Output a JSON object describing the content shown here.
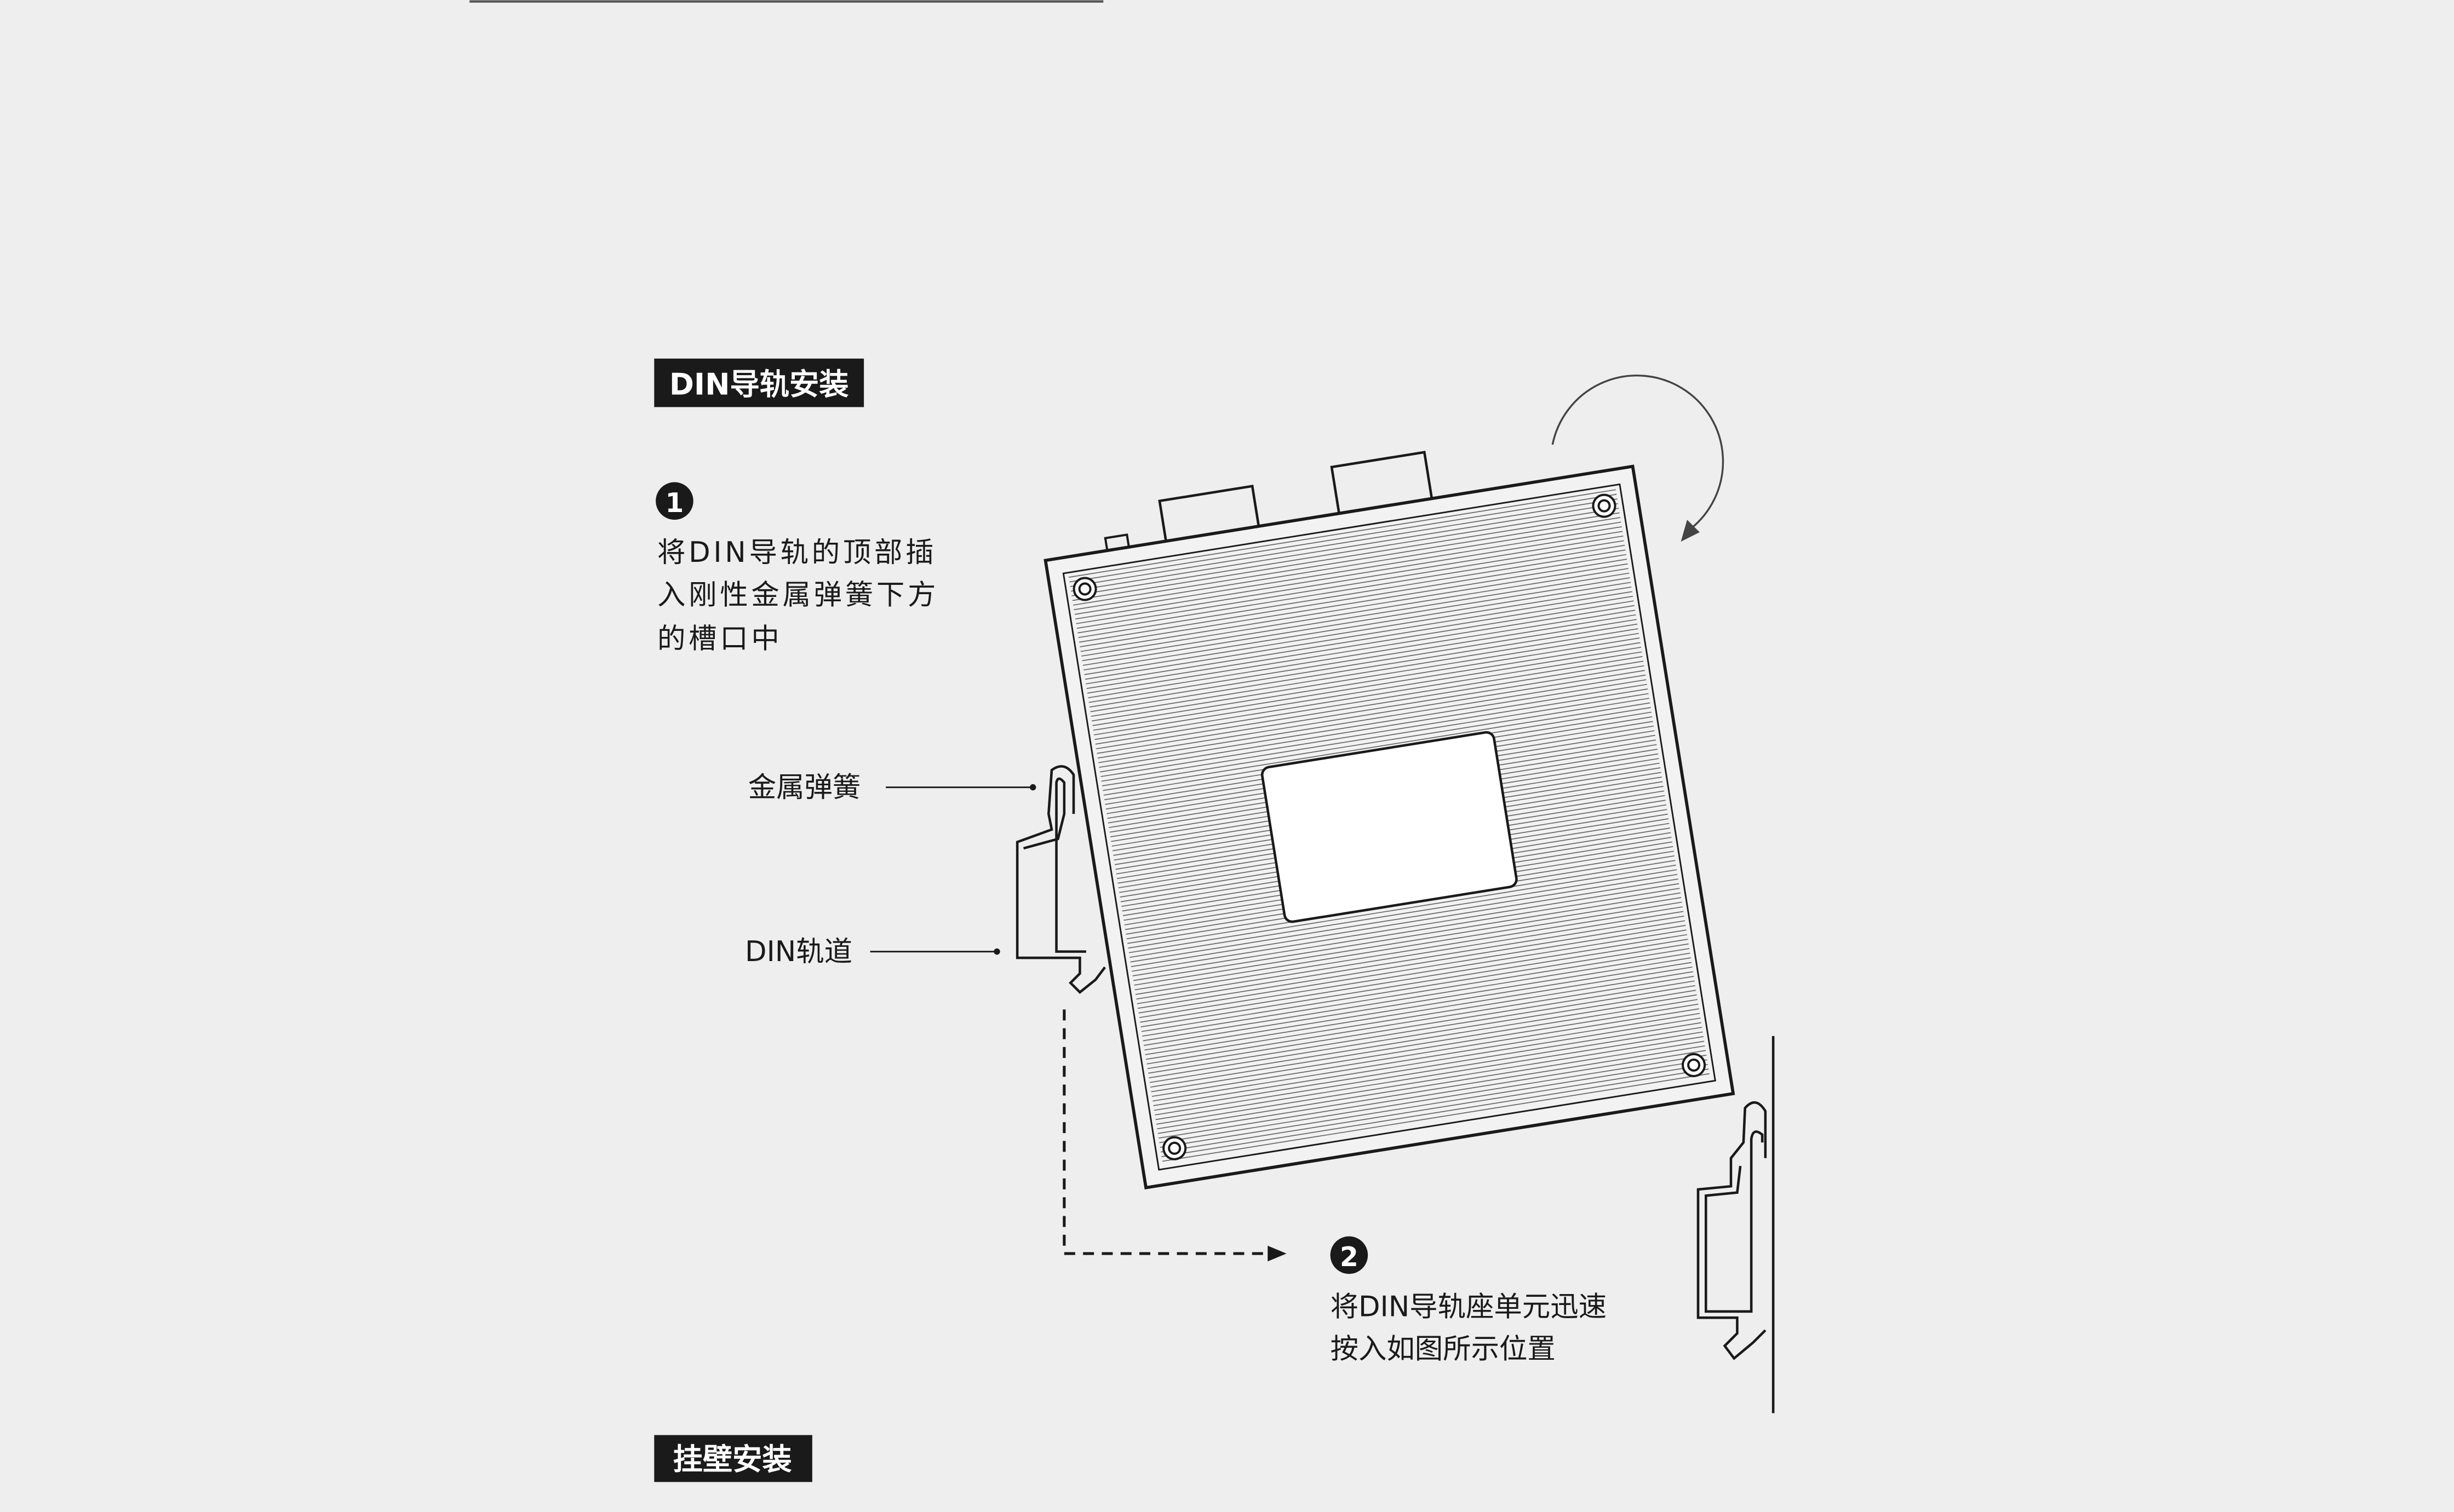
{
  "sections": {
    "din_title": "DIN导轨安装",
    "wall_title": "挂壁安装"
  },
  "steps": [
    {
      "number": "1",
      "lines": [
        "将DIN导轨的顶部插",
        "入刚性金属弹簧下方",
        "的槽口中"
      ]
    },
    {
      "number": "2",
      "lines": [
        "将DIN导轨座单元迅速",
        "按入如图所示位置"
      ]
    }
  ],
  "labels": {
    "spring": "金属弹簧",
    "rail": "DIN轨道"
  },
  "colors": {
    "background": "#eeeeee",
    "ink": "#1a1a1a"
  }
}
